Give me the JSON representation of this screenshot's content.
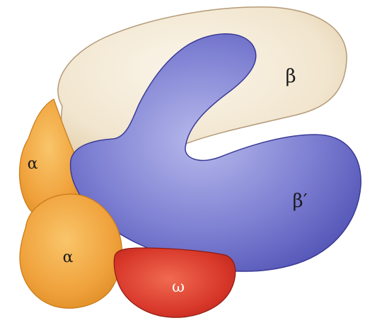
{
  "subunits": {
    "alpha_upper": {
      "label": "α",
      "color": "#f0a23c"
    },
    "alpha_lower": {
      "label": "α",
      "color": "#f0a23c"
    },
    "beta": {
      "label": "β",
      "color": "#efe3cc"
    },
    "beta_prime": {
      "label": "β′",
      "color": "#6b6cc4"
    },
    "omega": {
      "label": "ω",
      "color": "#d8382a"
    }
  }
}
